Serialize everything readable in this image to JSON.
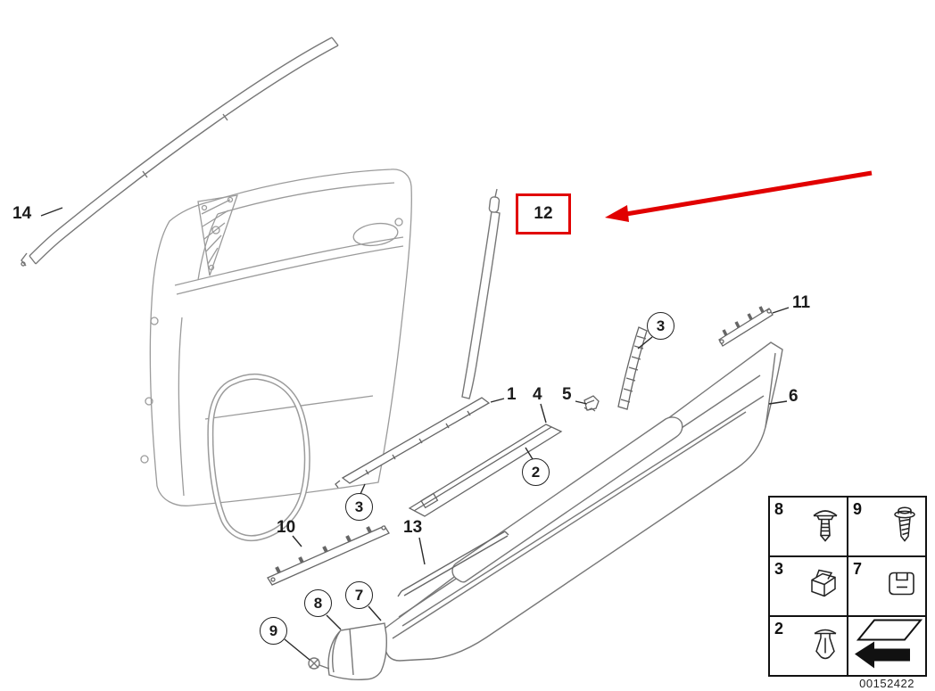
{
  "diagram": {
    "number": "00152422",
    "highlight_color": "#e10000",
    "callouts": [
      {
        "label": "14"
      },
      {
        "label": "12"
      },
      {
        "label": "11"
      },
      {
        "label": "3"
      },
      {
        "label": "1"
      },
      {
        "label": "4"
      },
      {
        "label": "5"
      },
      {
        "label": "6"
      },
      {
        "label": "2"
      },
      {
        "label": "3"
      },
      {
        "label": "10"
      },
      {
        "label": "13"
      },
      {
        "label": "8"
      },
      {
        "label": "7"
      },
      {
        "label": "9"
      }
    ],
    "legend": {
      "cells": [
        {
          "label": "8",
          "icon": "push-rivet-icon"
        },
        {
          "label": "9",
          "icon": "screw-icon"
        },
        {
          "label": "3",
          "icon": "expanding-nut-icon"
        },
        {
          "label": "7",
          "icon": "clamp-clip-icon"
        },
        {
          "label": "2",
          "icon": "expanding-rivet-icon"
        },
        {
          "label": "",
          "icon": "continuation-arrow-icon"
        }
      ]
    }
  }
}
